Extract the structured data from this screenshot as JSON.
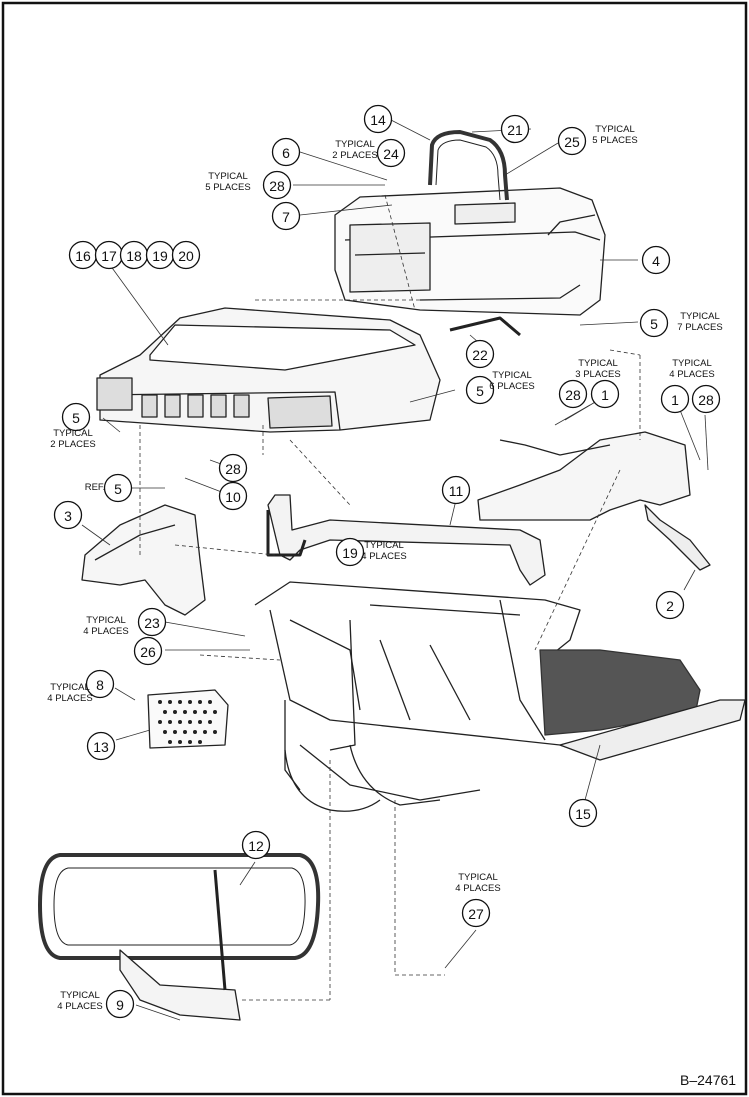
{
  "figure_id": "B–24761",
  "callouts": [
    {
      "id": "c14",
      "num": "14"
    },
    {
      "id": "c21",
      "num": "21"
    },
    {
      "id": "c25",
      "num": "25"
    },
    {
      "id": "c6",
      "num": "6"
    },
    {
      "id": "c24",
      "num": "24"
    },
    {
      "id": "c28a",
      "num": "28"
    },
    {
      "id": "c7",
      "num": "7"
    },
    {
      "id": "c4",
      "num": "4"
    },
    {
      "id": "c16",
      "num": "16"
    },
    {
      "id": "c17",
      "num": "17"
    },
    {
      "id": "c18",
      "num": "18"
    },
    {
      "id": "c19a",
      "num": "19"
    },
    {
      "id": "c20",
      "num": "20"
    },
    {
      "id": "c5a",
      "num": "5"
    },
    {
      "id": "c22",
      "num": "22"
    },
    {
      "id": "c5b",
      "num": "5"
    },
    {
      "id": "c28b",
      "num": "28"
    },
    {
      "id": "c1a",
      "num": "1"
    },
    {
      "id": "c1b",
      "num": "1"
    },
    {
      "id": "c28c",
      "num": "28"
    },
    {
      "id": "c5c",
      "num": "5"
    },
    {
      "id": "c28d",
      "num": "28"
    },
    {
      "id": "c5d",
      "num": "5"
    },
    {
      "id": "c10",
      "num": "10"
    },
    {
      "id": "c3",
      "num": "3"
    },
    {
      "id": "c11",
      "num": "11"
    },
    {
      "id": "c19b",
      "num": "19"
    },
    {
      "id": "c2",
      "num": "2"
    },
    {
      "id": "c23",
      "num": "23"
    },
    {
      "id": "c26",
      "num": "26"
    },
    {
      "id": "c8",
      "num": "8"
    },
    {
      "id": "c13",
      "num": "13"
    },
    {
      "id": "c15",
      "num": "15"
    },
    {
      "id": "c12",
      "num": "12"
    },
    {
      "id": "c27",
      "num": "27"
    },
    {
      "id": "c9",
      "num": "9"
    }
  ],
  "notes": [
    {
      "id": "n1",
      "lines": [
        "TYPICAL",
        "5 PLACES"
      ]
    },
    {
      "id": "n2",
      "lines": [
        "TYPICAL",
        "2 PLACES"
      ]
    },
    {
      "id": "n3",
      "lines": [
        "TYPICAL",
        "5 PLACES"
      ]
    },
    {
      "id": "n4",
      "lines": [
        "TYPICAL",
        "7 PLACES"
      ]
    },
    {
      "id": "n5",
      "lines": [
        "TYPICAL",
        "3 PLACES"
      ]
    },
    {
      "id": "n6",
      "lines": [
        "TYPICAL",
        "4 PLACES"
      ]
    },
    {
      "id": "n7",
      "lines": [
        "TYPICAL",
        "6 PLACES"
      ]
    },
    {
      "id": "n8",
      "lines": [
        "TYPICAL",
        "2 PLACES"
      ]
    },
    {
      "id": "n9",
      "lines": [
        "REF."
      ]
    },
    {
      "id": "n10",
      "lines": [
        "TYPICAL",
        "4 PLACES"
      ]
    },
    {
      "id": "n11",
      "lines": [
        "TYPICAL",
        "4 PLACES"
      ]
    },
    {
      "id": "n12",
      "lines": [
        "TYPICAL",
        "4 PLACES"
      ]
    },
    {
      "id": "n13",
      "lines": [
        "TYPICAL",
        "4 PLACES"
      ]
    },
    {
      "id": "n14",
      "lines": [
        "TYPICAL",
        "4 PLACES"
      ]
    }
  ]
}
